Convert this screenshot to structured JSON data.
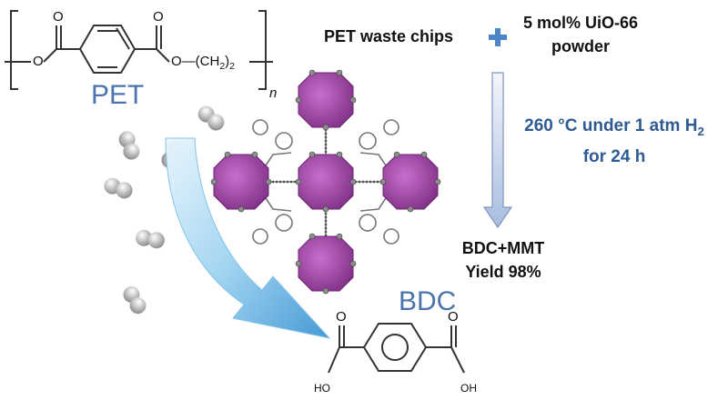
{
  "pet": {
    "label": "PET",
    "o_left": "O",
    "o_top_left": "O",
    "o_top_right": "O",
    "o_right": "O",
    "linker_open": "O—(CH",
    "linker_sub": "2",
    "linker_close": ")",
    "linker_sub2": "2",
    "repeat_n": "n"
  },
  "reaction": {
    "feed": "PET waste chips",
    "plus": "+",
    "catalyst_line1": "5 mol% UiO-66",
    "catalyst_line2": "powder",
    "condition_line1": "260 °C under 1 atm H",
    "condition_sub": "2",
    "condition_line2": "for 24 h",
    "product_line1": "BDC+MMT",
    "product_line2": "Yield 98%"
  },
  "bdc": {
    "label": "BDC",
    "o_left": "O",
    "o_right": "O",
    "ho_left": "HO",
    "oh_right": "OH"
  },
  "colors": {
    "label_blue": "#4b73ad",
    "condition_blue": "#2d5a91",
    "mof_purple": "#a24aa8",
    "arrow_blue": "#5aa9dd",
    "plus_blue": "#4a86c8"
  }
}
